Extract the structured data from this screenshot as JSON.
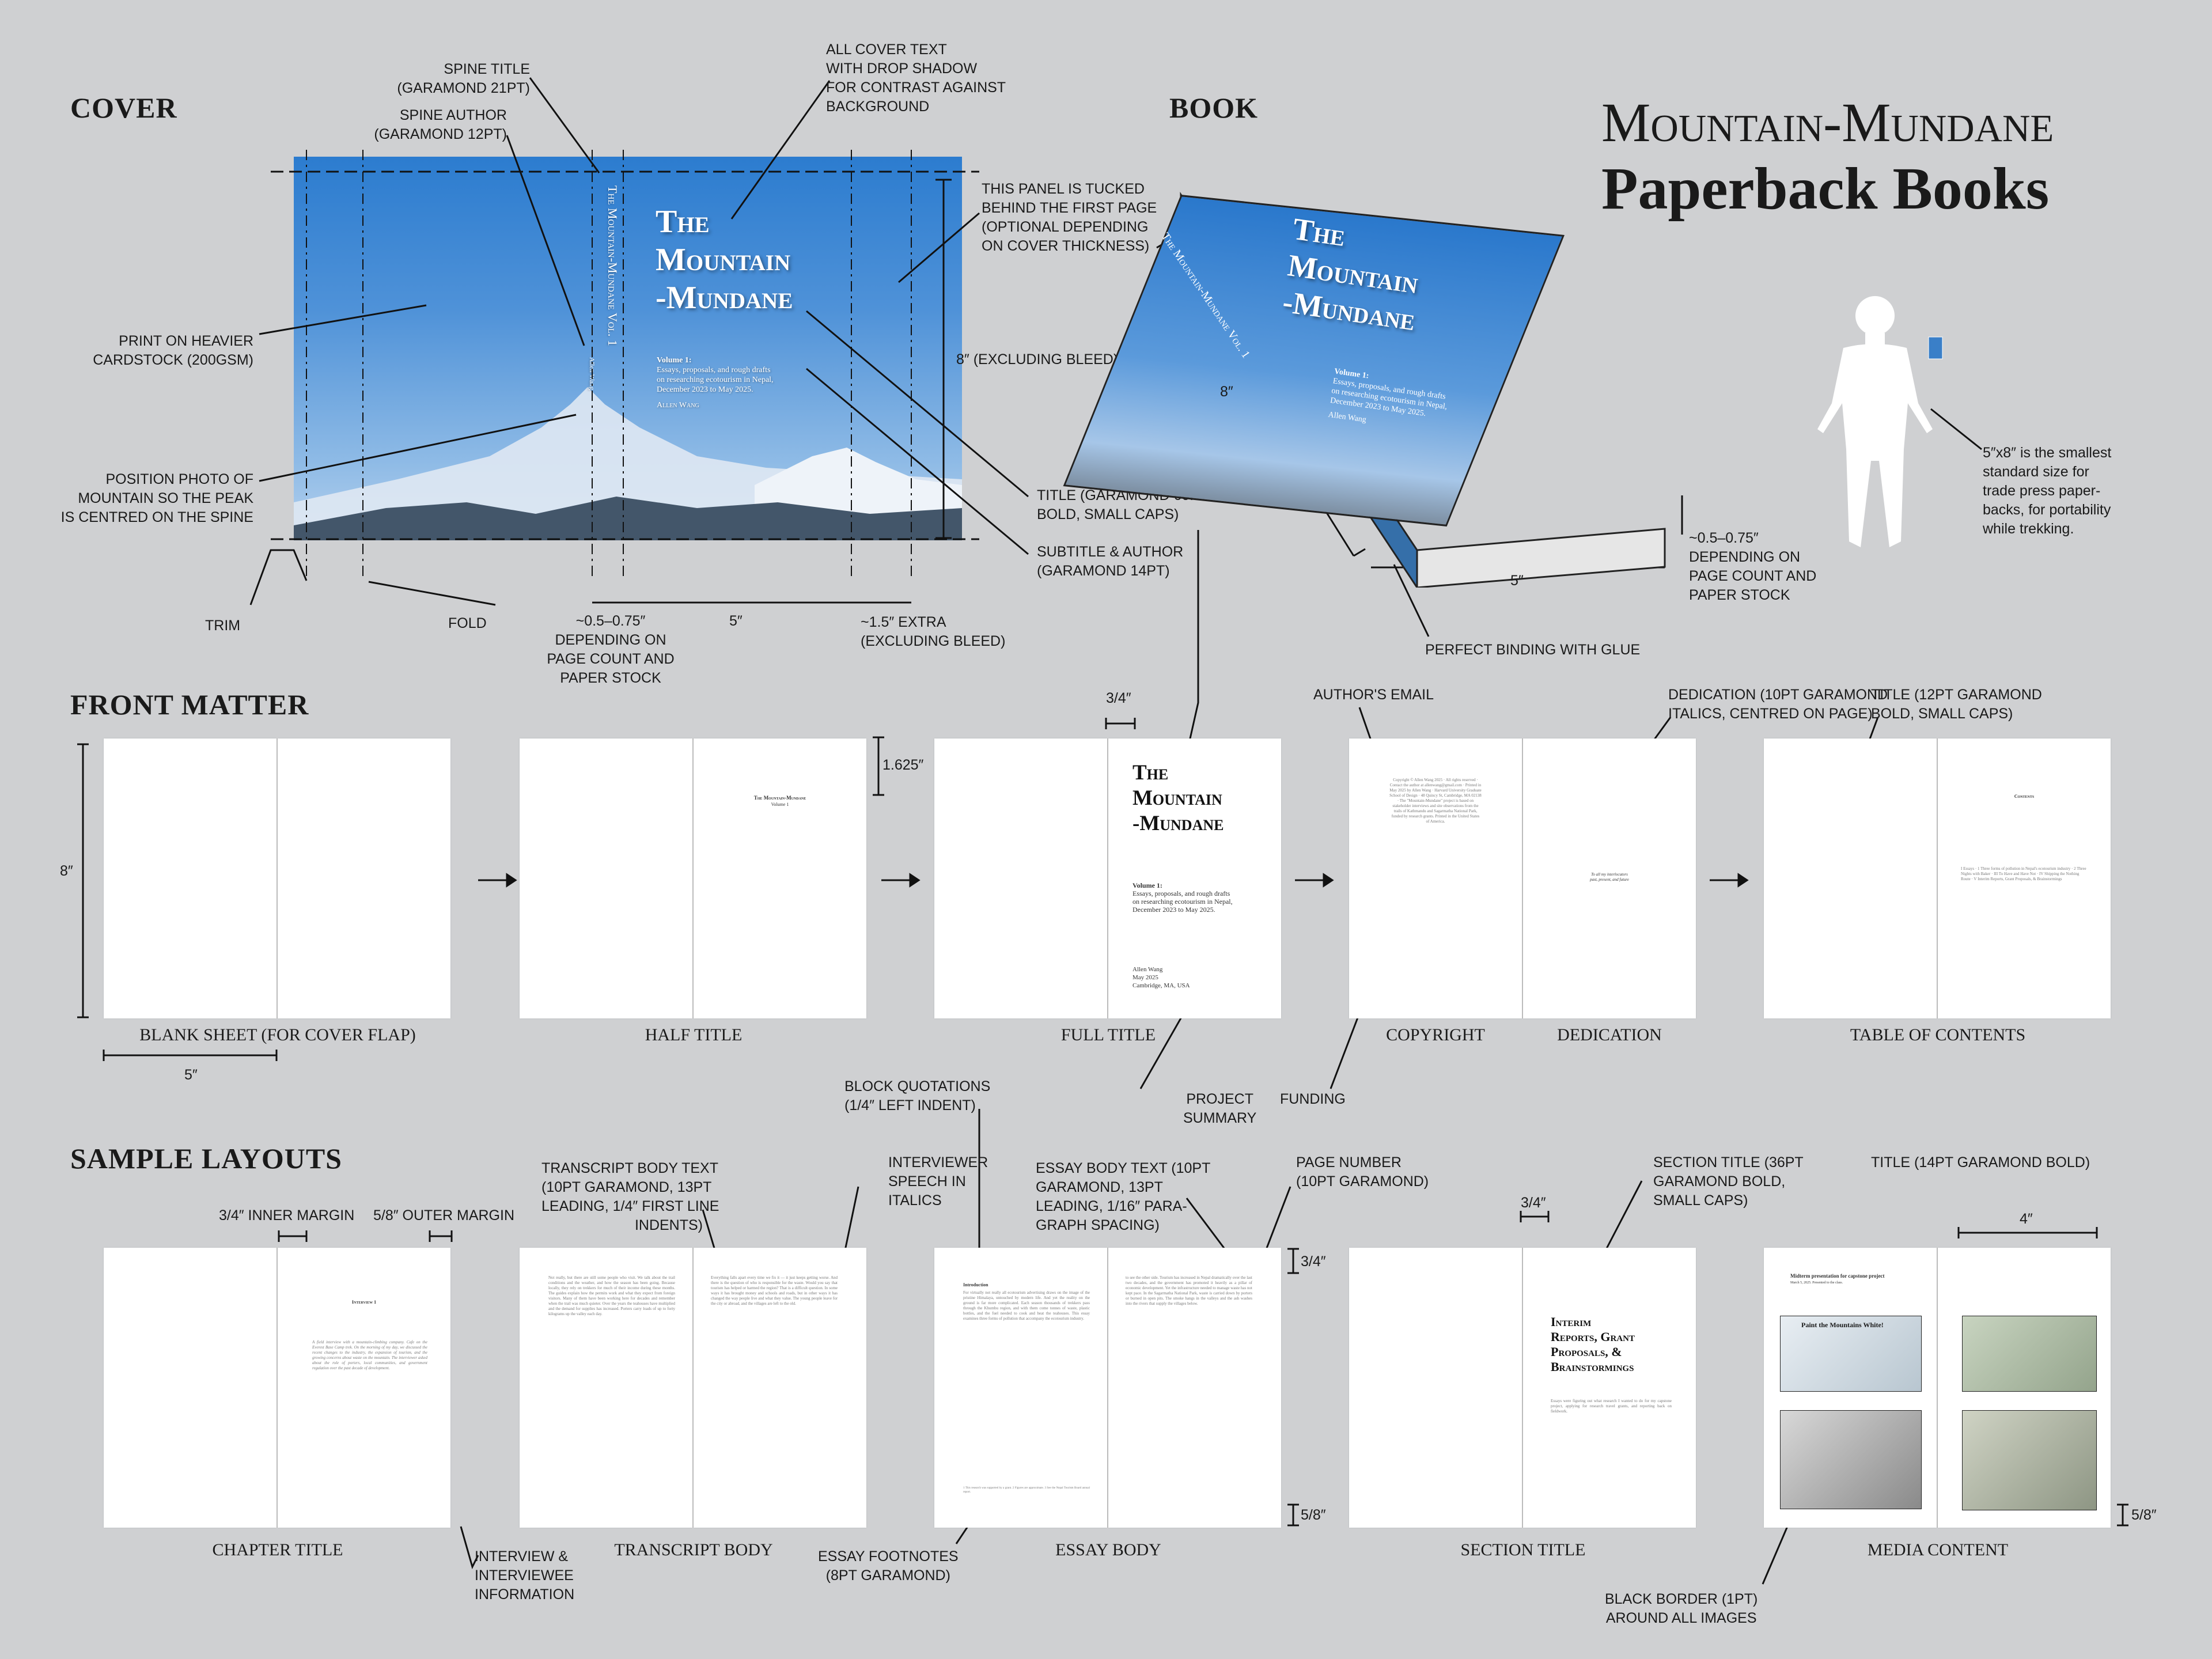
{
  "header": {
    "title_line1": "Mountain-Mundane",
    "title_line2": "Paperback Books"
  },
  "sections": {
    "cover": "COVER",
    "book": "BOOK",
    "front_matter": "FRONT MATTER",
    "sample_layouts": "SAMPLE LAYOUTS"
  },
  "cover": {
    "title_lines": [
      "The",
      "Mountain",
      "-Mundane"
    ],
    "subtitle_head": "Volume 1:",
    "subtitle_lines": [
      "Essays, proposals, and rough drafts",
      "on researching ecotourism in Nepal,",
      "December 2023 to May 2025."
    ],
    "author": "Allen Wang",
    "spine_title": "The Mountain-Mundane Vol. 1",
    "spine_author": "Allen Wang"
  },
  "cover_annotations": {
    "spine_title": "SPINE TITLE\n(GARAMOND 21PT)",
    "spine_author": "SPINE AUTHOR\n(GARAMOND 12PT)",
    "drop_shadow": "ALL COVER TEXT\nWITH DROP SHADOW\nFOR CONTRAST AGAINST\nBACKGROUND",
    "tucked": "THIS PANEL IS TUCKED\nBEHIND THE FIRST PAGE\n(OPTIONAL DEPENDING\nON COVER THICKNESS)",
    "cardstock": "PRINT ON HEAVIER\nCARDSTOCK (200GSM)",
    "position_photo": "POSITION PHOTO OF\nMOUNTAIN SO THE PEAK\nIS CENTRED ON THE SPINE",
    "height": "8″ (EXCLUDING BLEED)",
    "title_font": "TITLE (GARAMOND 60PT\nBOLD, SMALL CAPS)",
    "subtitle_font": "SUBTITLE & AUTHOR\n(GARAMOND 14PT)",
    "trim": "TRIM",
    "fold": "FOLD",
    "spine_width": "~0.5–0.75″\nDEPENDING ON\nPAGE COUNT AND\nPAPER STOCK",
    "front_width": "5″",
    "extra": "~1.5″ EXTRA\n(EXCLUDING BLEED)"
  },
  "book_annotations": {
    "height": "8″",
    "width": "5″",
    "thickness": "~0.5–0.75″\nDEPENDING ON\nPAGE COUNT AND\nPAPER STOCK",
    "binding": "PERFECT BINDING WITH GLUE",
    "size_note": "5″x8″ is the smallest\nstandard size for\ntrade press paper-\nbacks, for portability\nwhile trekking."
  },
  "front_matter": {
    "captions": [
      "BLANK SHEET (FOR COVER FLAP)",
      "HALF TITLE",
      "FULL TITLE",
      "COPYRIGHT",
      "DEDICATION",
      "TABLE OF CONTENTS"
    ],
    "height": "8″",
    "width": "5″",
    "margin_inner": "3/4″",
    "top_offset": "1.625″",
    "authors_email": "AUTHOR'S EMAIL",
    "dedication_font": "DEDICATION (10PT GARAMOND\nITALICS, CENTRED ON PAGE)",
    "toc_font": "TITLE (12PT GARAMOND\nBOLD, SMALL CAPS)",
    "project_summary": "PROJECT\nSUMMARY",
    "funding": "FUNDING",
    "half_title_1": "The Mountain-Mundane",
    "half_title_2": "Volume 1",
    "full_title_lines": [
      "The",
      "Mountain",
      "-Mundane"
    ],
    "full_sub_head": "Volume 1:",
    "full_sub_lines": [
      "Essays, proposals, and rough drafts",
      "on researching ecotourism in Nepal,",
      "December 2023 to May 2025."
    ],
    "full_author": [
      "Allen Wang",
      "May 2025",
      "Cambridge, MA, USA"
    ],
    "dedication_text": [
      "To all my interlocutors",
      "past, present, and future"
    ],
    "toc_title": "Contents"
  },
  "samples": {
    "captions": [
      "CHAPTER TITLE",
      "TRANSCRIPT BODY",
      "ESSAY BODY",
      "SECTION TITLE",
      "MEDIA CONTENT"
    ],
    "inner_margin": "3/4″ INNER MARGIN",
    "outer_margin": "5/8″ OUTER MARGIN",
    "transcript_font": "TRANSCRIPT BODY TEXT\n(10PT GARAMOND, 13PT\nLEADING, 1/4″ FIRST LINE\nINDENTS)",
    "interviewer_speech": "INTERVIEWER\nSPEECH IN\nITALICS",
    "block_quotations": "BLOCK QUOTATIONS\n(1/4″ LEFT INDENT)",
    "essay_font": "ESSAY BODY TEXT (10PT\nGARAMOND, 13PT\nLEADING, 1/16″ PARA-\nGRAPH SPACING)",
    "page_number": "PAGE NUMBER\n(10PT GARAMOND)",
    "section_title_font": "SECTION TITLE (36PT\nGARAMOND BOLD,\nSMALL CAPS)",
    "media_title_font": "TITLE (14PT GARAMOND BOLD)",
    "top_margin": "3/4″",
    "bottom_margin": "5/8″",
    "section_top": "3/4″",
    "media_width": "4″",
    "media_bottom": "5/8″",
    "interview_info": "INTERVIEW &\nINTERVIEWEE\nINFORMATION",
    "footnotes": "ESSAY FOOTNOTES\n(8PT GARAMOND)",
    "black_border": "BLACK BORDER (1PT)\nAROUND ALL IMAGES",
    "chapter_heading": "Interview 1",
    "section_title_lines": [
      "Interim",
      "Reports, Grant",
      "Proposals, &",
      "Brainstormings"
    ],
    "essay_heading": "Introduction",
    "media_heading": "Midterm presentation for capstone project",
    "media_sub": "March 5, 2025. Presented to the class.",
    "media_slide_title": "Paint the Mountains White!"
  },
  "colors": {
    "background": "#cfd0d2",
    "sky_top": "#2f7fd0",
    "sky_bottom": "#a9c9ea",
    "ink": "#1a1a1a"
  }
}
